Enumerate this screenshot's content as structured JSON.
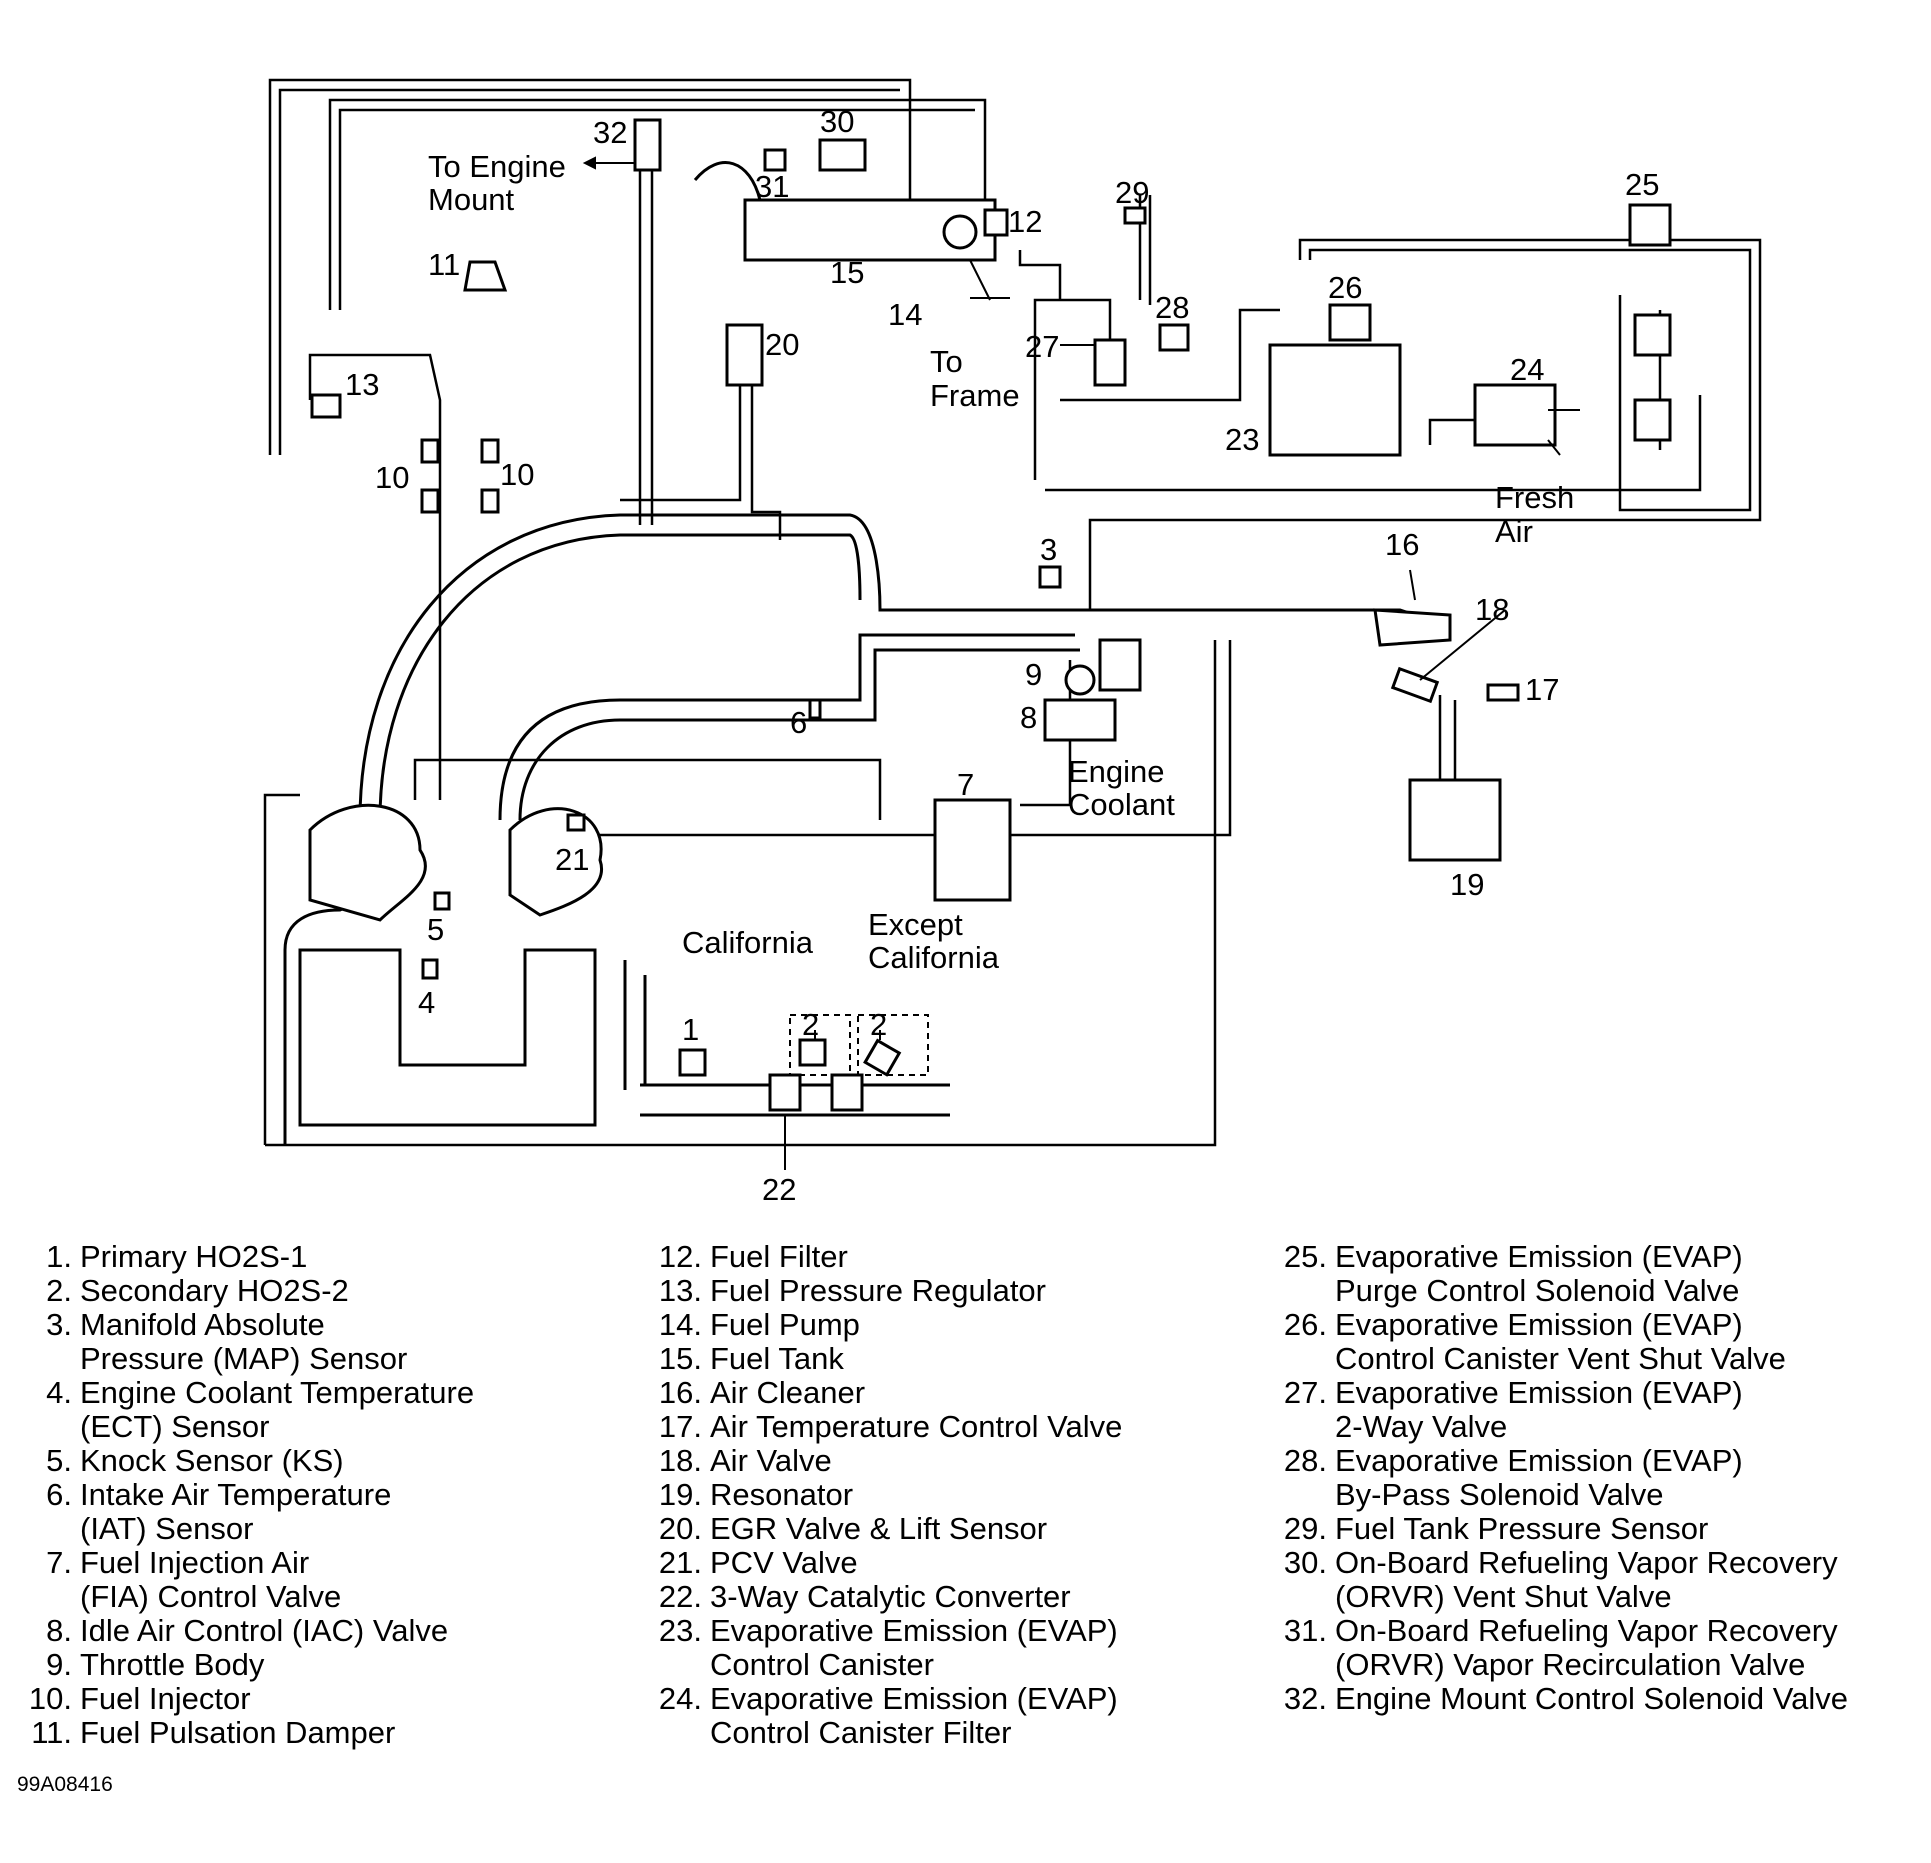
{
  "diagram": {
    "callouts": [
      "1",
      "2",
      "2",
      "3",
      "4",
      "5",
      "6",
      "7",
      "8",
      "9",
      "10",
      "10",
      "11",
      "12",
      "13",
      "14",
      "15",
      "16",
      "17",
      "18",
      "19",
      "20",
      "21",
      "22",
      "23",
      "24",
      "25",
      "26",
      "27",
      "28",
      "29",
      "30",
      "31",
      "32"
    ],
    "notes": {
      "to_engine_mount_1": "To Engine",
      "to_engine_mount_2": "Mount",
      "to_frame_1": "To",
      "to_frame_2": "Frame",
      "fresh_air_1": "Fresh",
      "fresh_air_2": "Air",
      "engine_coolant_1": "Engine",
      "engine_coolant_2": "Coolant",
      "california": "California",
      "except_california_1": "Except",
      "except_california_2": "California"
    }
  },
  "legend": {
    "col1": [
      {
        "num": "1.",
        "lines": [
          "Primary HO2S-1"
        ]
      },
      {
        "num": "2.",
        "lines": [
          "Secondary HO2S-2"
        ]
      },
      {
        "num": "3.",
        "lines": [
          "Manifold Absolute",
          "Pressure (MAP) Sensor"
        ]
      },
      {
        "num": "4.",
        "lines": [
          "Engine Coolant Temperature",
          "(ECT) Sensor"
        ]
      },
      {
        "num": "5.",
        "lines": [
          "Knock Sensor (KS)"
        ]
      },
      {
        "num": "6.",
        "lines": [
          "Intake Air Temperature",
          "(IAT) Sensor"
        ]
      },
      {
        "num": "7.",
        "lines": [
          "Fuel Injection Air",
          "(FIA) Control Valve"
        ]
      },
      {
        "num": "8.",
        "lines": [
          "Idle Air Control (IAC) Valve"
        ]
      },
      {
        "num": "9.",
        "lines": [
          "Throttle Body"
        ]
      },
      {
        "num": "10.",
        "lines": [
          "Fuel Injector"
        ]
      },
      {
        "num": "11.",
        "lines": [
          "Fuel Pulsation Damper"
        ]
      }
    ],
    "col2": [
      {
        "num": "12.",
        "lines": [
          "Fuel Filter"
        ]
      },
      {
        "num": "13.",
        "lines": [
          "Fuel Pressure Regulator"
        ]
      },
      {
        "num": "14.",
        "lines": [
          "Fuel Pump"
        ]
      },
      {
        "num": "15.",
        "lines": [
          "Fuel Tank"
        ]
      },
      {
        "num": "16.",
        "lines": [
          "Air Cleaner"
        ]
      },
      {
        "num": "17.",
        "lines": [
          "Air Temperature Control Valve"
        ]
      },
      {
        "num": "18.",
        "lines": [
          "Air Valve"
        ]
      },
      {
        "num": "19.",
        "lines": [
          "Resonator"
        ]
      },
      {
        "num": "20.",
        "lines": [
          "EGR Valve & Lift Sensor"
        ]
      },
      {
        "num": "21.",
        "lines": [
          "PCV Valve"
        ]
      },
      {
        "num": "22.",
        "lines": [
          "3-Way Catalytic Converter"
        ]
      },
      {
        "num": "23.",
        "lines": [
          "Evaporative Emission (EVAP)",
          "Control Canister"
        ]
      },
      {
        "num": "24.",
        "lines": [
          "Evaporative Emission (EVAP)",
          "Control Canister Filter"
        ]
      }
    ],
    "col3": [
      {
        "num": "25.",
        "lines": [
          "Evaporative Emission (EVAP)",
          "Purge Control Solenoid Valve"
        ]
      },
      {
        "num": "26.",
        "lines": [
          "Evaporative Emission (EVAP)",
          "Control Canister Vent Shut Valve"
        ]
      },
      {
        "num": "27.",
        "lines": [
          "Evaporative Emission (EVAP)",
          "2-Way Valve"
        ]
      },
      {
        "num": "28.",
        "lines": [
          "Evaporative Emission (EVAP)",
          "By-Pass Solenoid Valve"
        ]
      },
      {
        "num": "29.",
        "lines": [
          "Fuel Tank Pressure Sensor"
        ]
      },
      {
        "num": "30.",
        "lines": [
          "On-Board Refueling Vapor Recovery",
          "(ORVR) Vent Shut Valve"
        ]
      },
      {
        "num": "31.",
        "lines": [
          "On-Board Refueling Vapor Recovery",
          "(ORVR) Vapor Recirculation Valve"
        ]
      },
      {
        "num": "32.",
        "lines": [
          "Engine Mount Control Solenoid Valve"
        ]
      }
    ]
  },
  "figure_code": "99A08416"
}
